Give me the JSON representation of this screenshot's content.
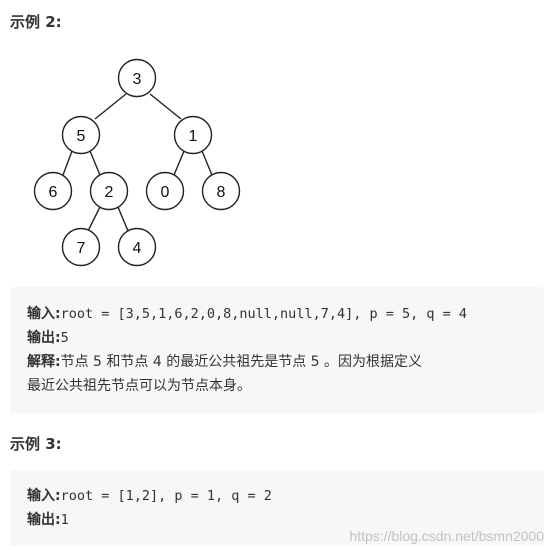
{
  "example2": {
    "heading": "示例 2:",
    "tree": {
      "nodes": [
        "3",
        "5",
        "1",
        "6",
        "2",
        "0",
        "8",
        "7",
        "4"
      ]
    },
    "input_label": "输入:",
    "input_value": "root = [3,5,1,6,2,0,8,null,null,7,4], p = 5, q = 4",
    "output_label": "输出:",
    "output_value": "5",
    "explain_label": "解释:",
    "explain_line1": "节点 5 和节点 4 的最近公共祖先是节点 5 。因为根据定义",
    "explain_line2": "最近公共祖先节点可以为节点本身。"
  },
  "example3": {
    "heading": "示例 3:",
    "input_label": "输入:",
    "input_value": "root = [1,2], p = 1, q = 2",
    "output_label": "输出:",
    "output_value": "1"
  },
  "watermark": "https://blog.csdn.net/bsmn2000"
}
